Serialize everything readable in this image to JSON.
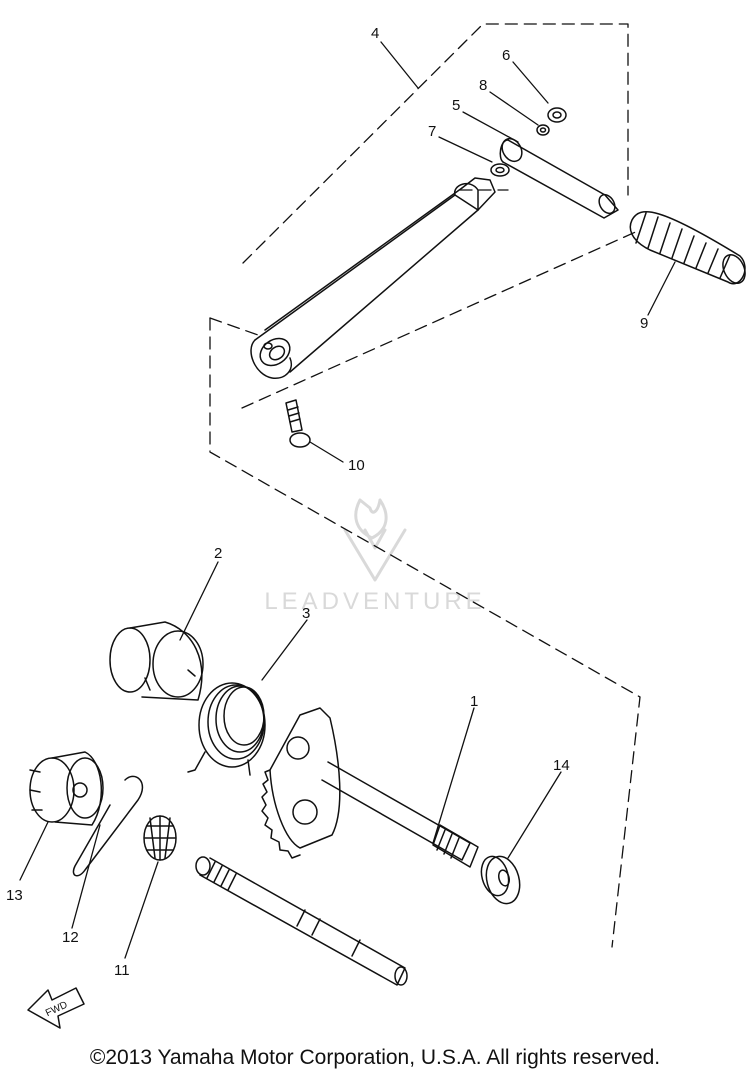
{
  "callouts": {
    "c1": "1",
    "c2": "2",
    "c3": "3",
    "c4": "4",
    "c5": "5",
    "c6": "6",
    "c7": "7",
    "c8": "8",
    "c9": "9",
    "c10": "10",
    "c11": "11",
    "c12": "12",
    "c13": "13",
    "c14": "14"
  },
  "direction_label": "FWD",
  "watermark": {
    "text": "LEADVENTURE",
    "color": "#d9d9d9"
  },
  "copyright": "©2013 Yamaha Motor Corporation, U.S.A. All rights reserved.",
  "colors": {
    "ink": "#111111",
    "background": "#ffffff"
  }
}
